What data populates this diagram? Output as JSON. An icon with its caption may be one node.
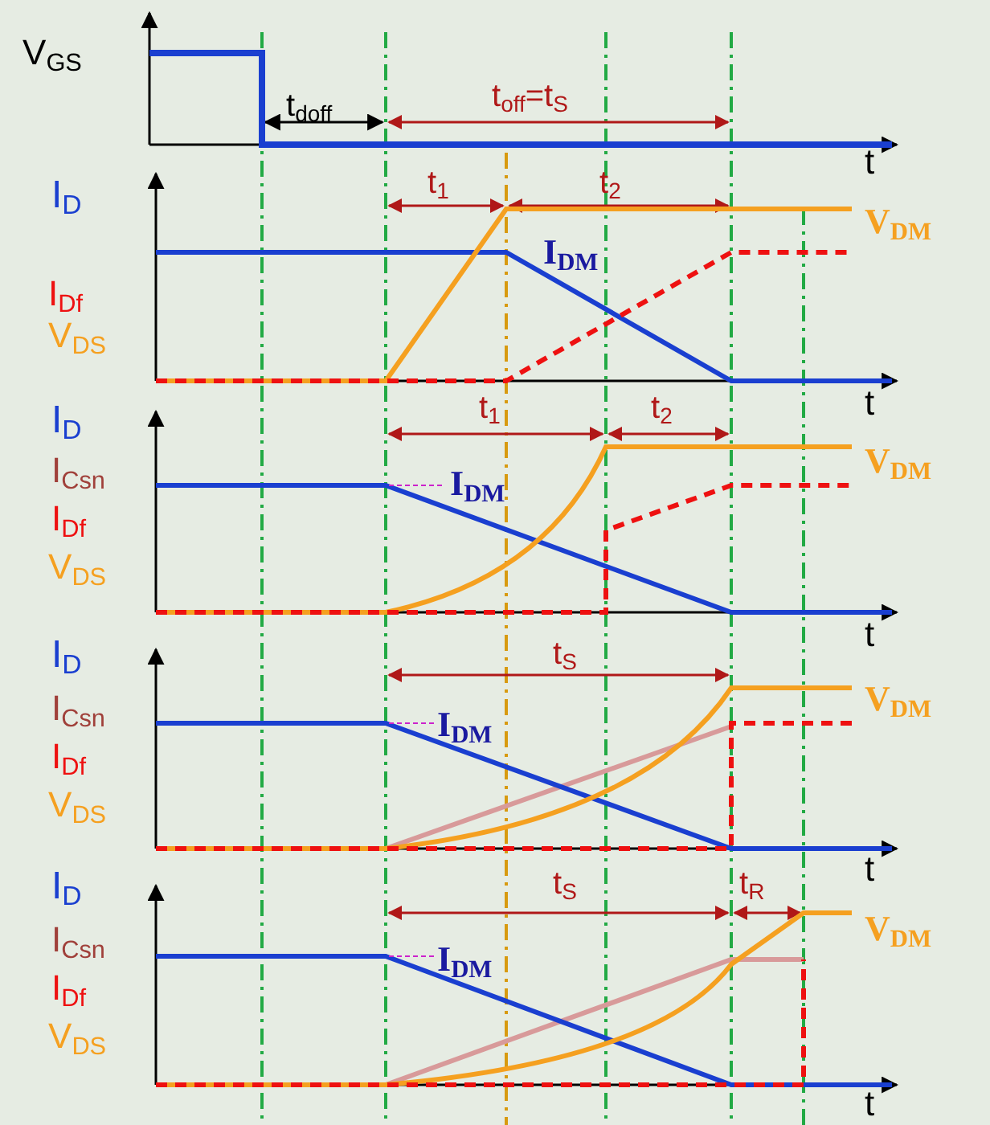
{
  "diagram": {
    "labels": [
      "V$_{GS}$",
      "t$_{doff}$",
      "t$_{off}$=t$_{S}$",
      "t",
      "I$_{D}$",
      "t$_{1}$",
      "t$_{2}$",
      "V$_{DM}$",
      "I$_{DM}$",
      "I$_{Df}$",
      "V$_{DS}$",
      "t",
      "I$_{D}$",
      "t$_{1}$",
      "t$_{2}$",
      "V$_{DM}$",
      "I$_{Csn}$",
      "I$_{DM}$",
      "I$_{Df}$",
      "V$_{DS}$",
      "t",
      "t",
      "I$_{D}$",
      "t$_{S}$",
      "V$_{DM}$",
      "I$_{Csn}$",
      "I$_{DM}$",
      "I$_{Df}$",
      "V$_{DS}$",
      "I$_{D}$",
      "t$_{S}$",
      "t$_{R}$",
      "V$_{DM}$",
      "I$_{Csn}$",
      "I$_{DM}$",
      "I$_{Df}$",
      "V$_{DS}$",
      "t"
    ]
  }
}
